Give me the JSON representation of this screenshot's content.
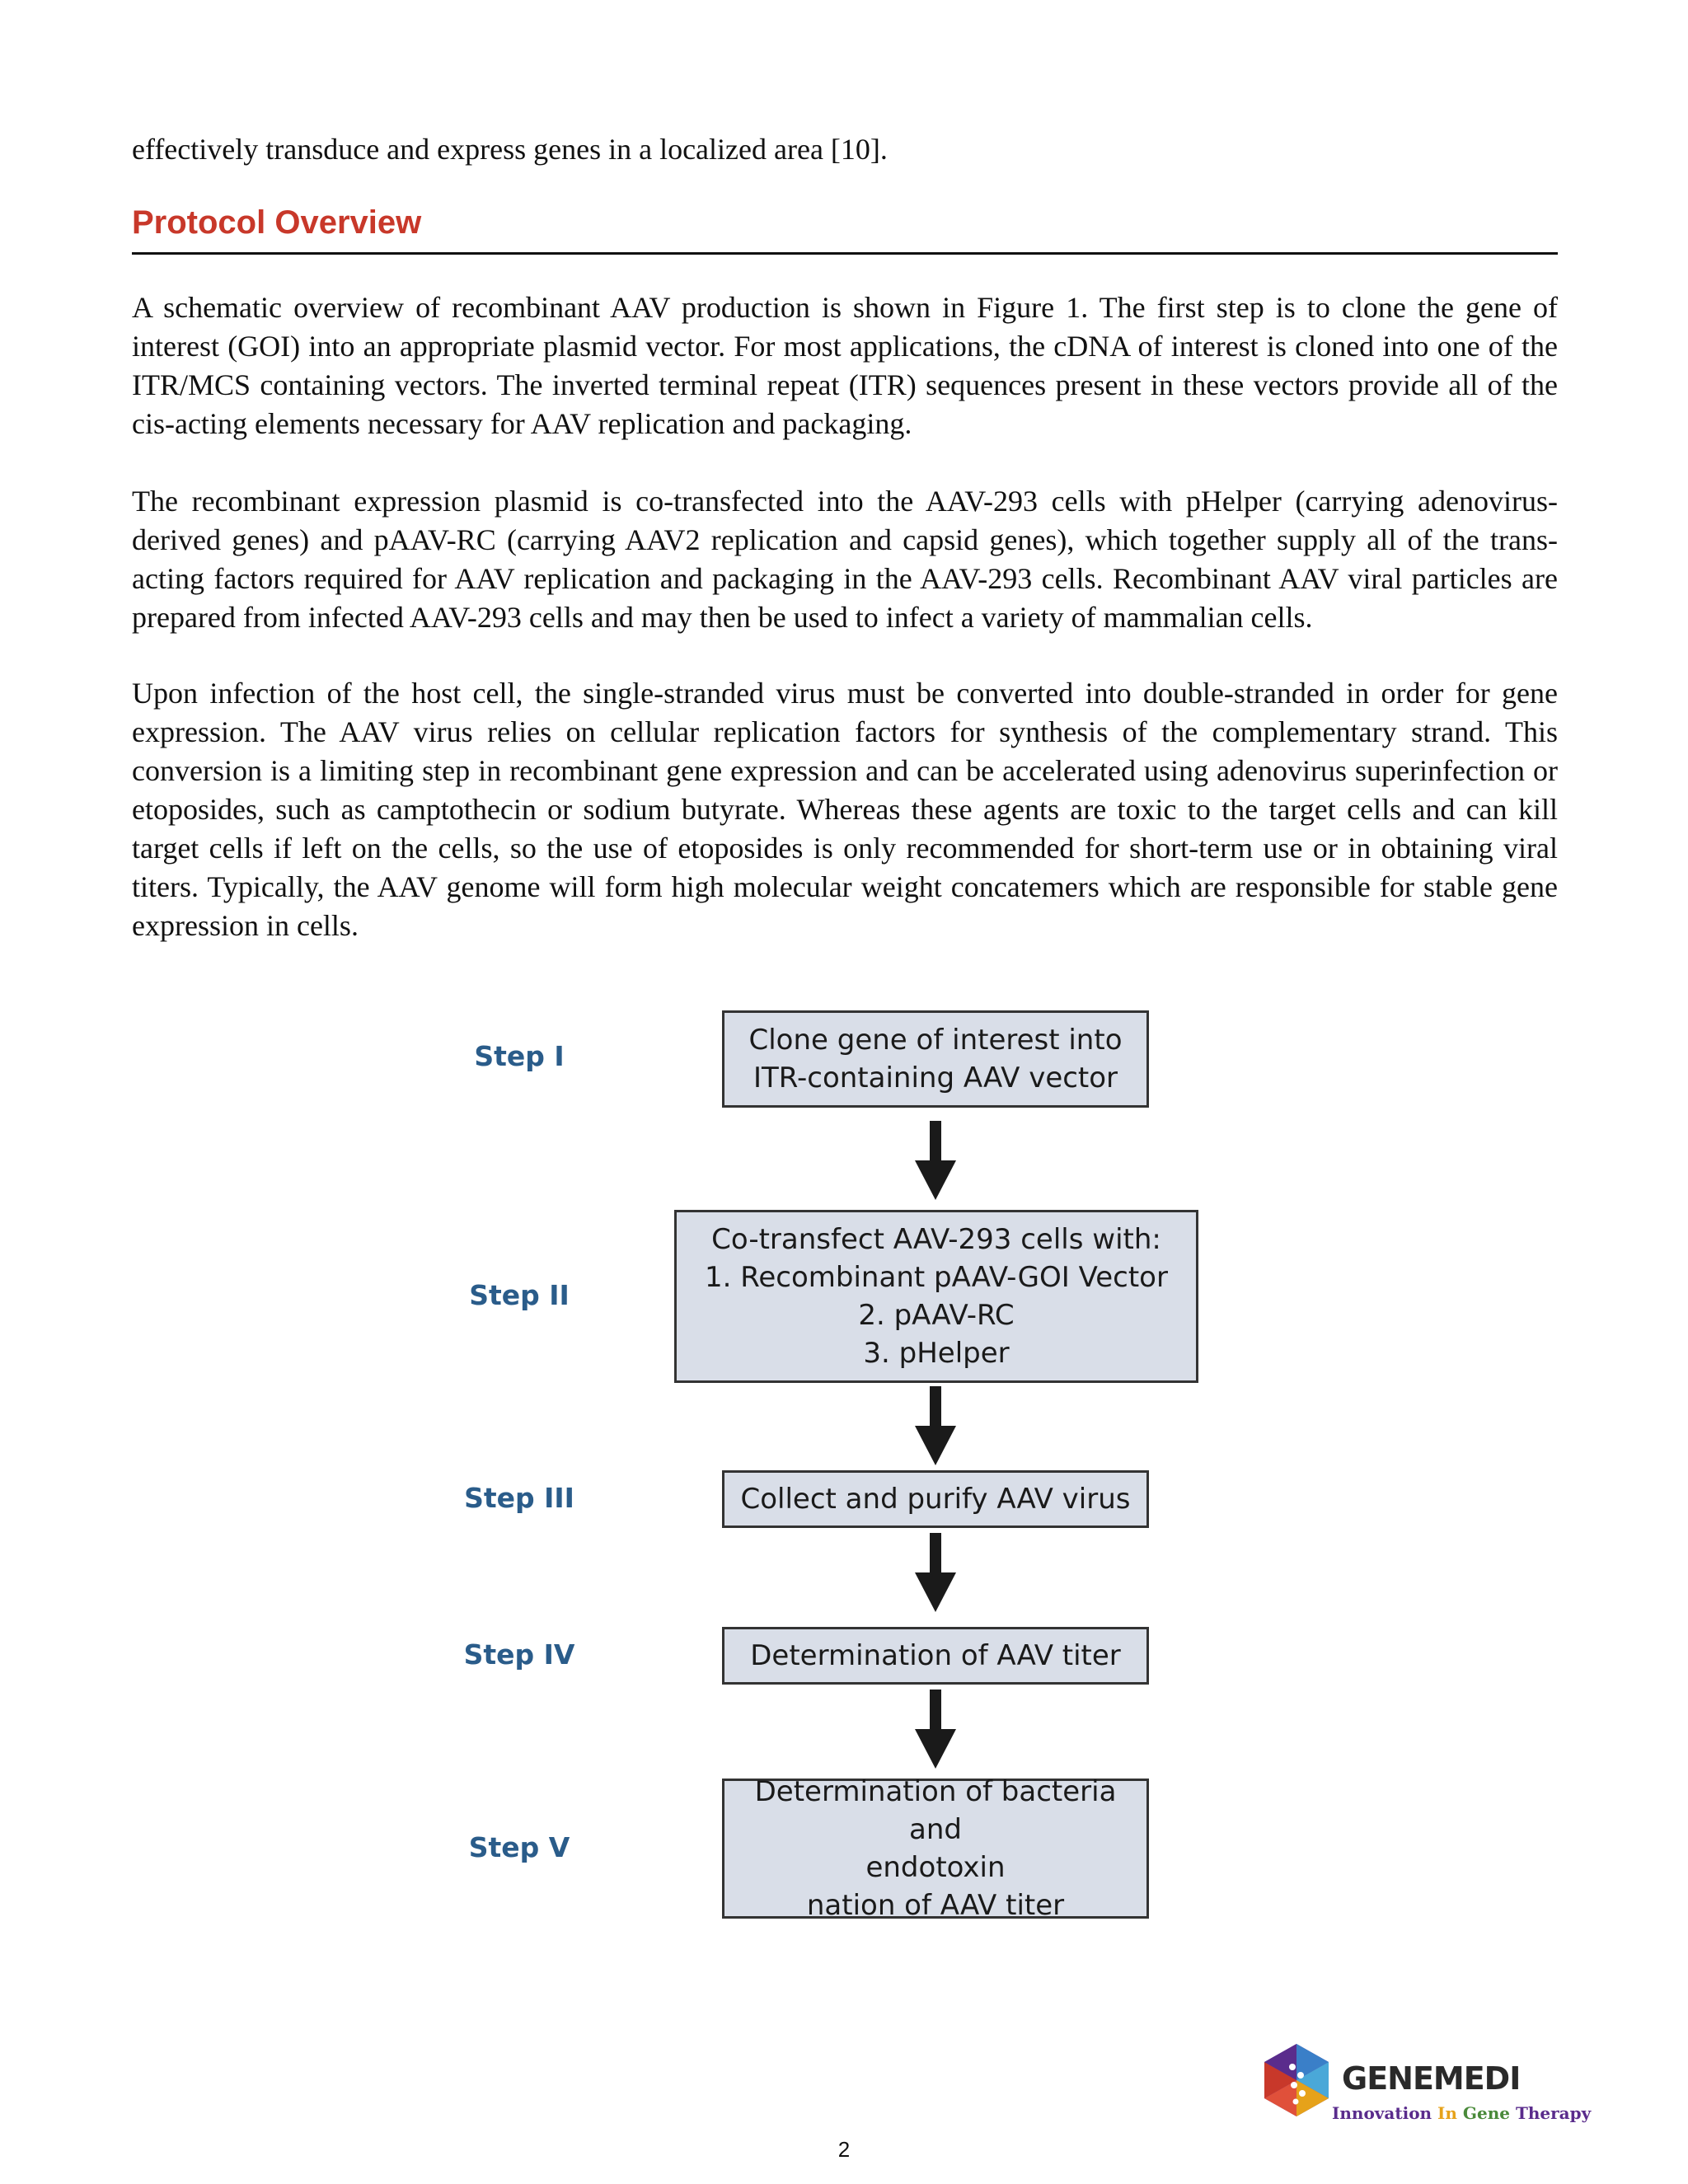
{
  "intro_line": "effectively transduce and express genes in a localized area [10].",
  "section": {
    "title": "Protocol Overview"
  },
  "paragraphs": [
    "A schematic overview of recombinant AAV production is shown in Figure 1. The first step is to clone the gene of interest (GOI) into an appropriate plasmid vector. For most applications, the cDNA of interest is cloned into one of the ITR/MCS containing vectors. The inverted terminal repeat (ITR) sequences present in these vectors provide all of the cis-acting elements necessary for AAV replication and packaging.",
    "The recombinant expression plasmid is co-transfected into the AAV-293 cells with pHelper (carrying adenovirus-derived genes) and pAAV-RC (carrying AAV2 replication and capsid genes), which together supply all of the trans-acting factors required for AAV replication and packaging in the AAV-293 cells. Recombinant AAV viral particles are prepared from infected AAV-293 cells and may then be used to infect a variety of mammalian cells.",
    "Upon infection of the host cell, the single-stranded virus must be converted into double-stranded in order for gene expression. The AAV virus relies on cellular replication factors for synthesis of the complementary strand. This conversion is a limiting step in recombinant gene expression and can be accelerated using adenovirus superinfection or etoposides, such as camptothecin or sodium butyrate. Whereas these agents are toxic to the target cells and can kill target cells if left on the cells, so the use of etoposides is only recommended for short-term use or in obtaining viral titers. Typically, the AAV genome will form high molecular weight concatemers which are responsible for stable gene expression in cells."
  ],
  "flowchart": {
    "steps": [
      {
        "label": "Step I",
        "lines": [
          "Clone gene of interest into",
          "ITR-containing AAV vector"
        ]
      },
      {
        "label": "Step II",
        "lines": [
          "Co-transfect AAV-293 cells with:",
          "1. Recombinant pAAV-GOI Vector",
          "2. pAAV-RC",
          "3. pHelper"
        ]
      },
      {
        "label": "Step III",
        "lines": [
          "Collect and purify AAV virus"
        ]
      },
      {
        "label": "Step IV",
        "lines": [
          "Determination of AAV titer"
        ]
      },
      {
        "label": "Step V",
        "lines": [
          "Determination of bacteria and",
          "endotoxin",
          "nation of AAV titer"
        ]
      }
    ],
    "colors": {
      "box_fill": "#d9dee8",
      "box_border": "#333333",
      "label": "#2a5c8a",
      "arrow": "#1a1a1a"
    }
  },
  "logo": {
    "name": "GENEMEDI",
    "tagline": {
      "part1": "Innovation ",
      "part2": "In ",
      "part3": "Gene ",
      "part4": "Therapy"
    }
  },
  "page_number": "2"
}
